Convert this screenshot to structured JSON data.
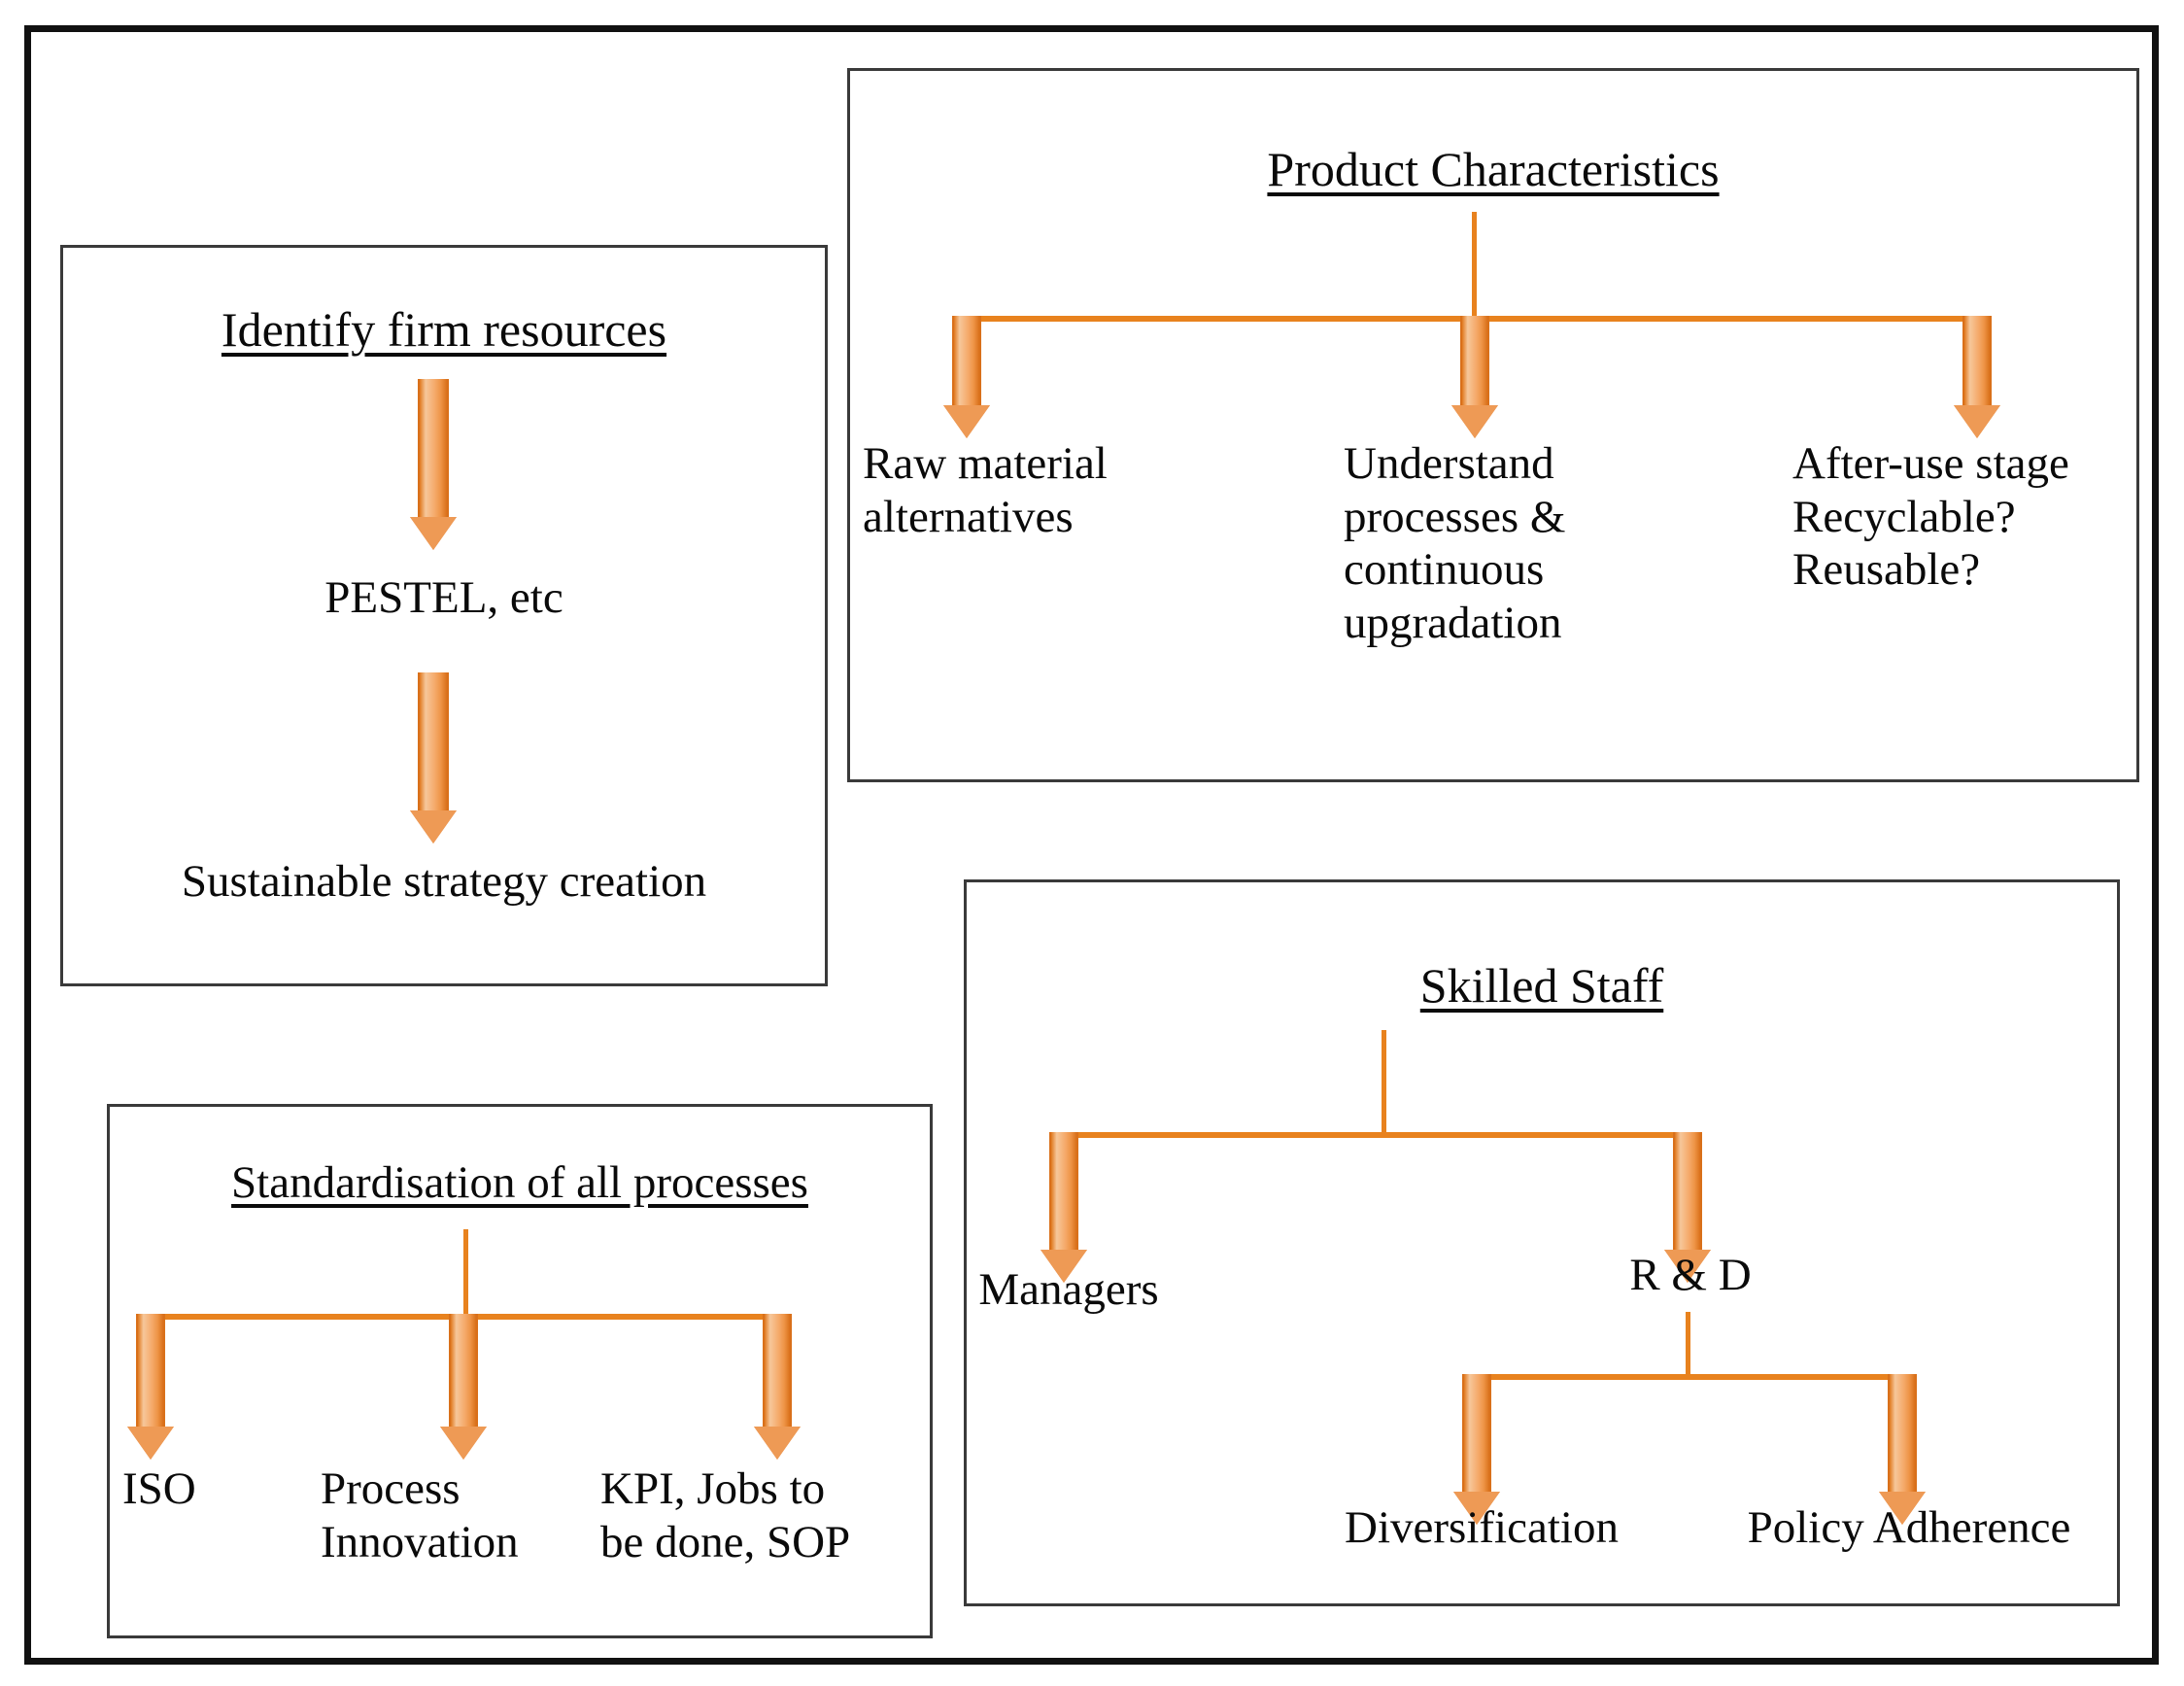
{
  "diagram": {
    "title": "Sustainable strategy framework",
    "accent_color": "#E8821E",
    "arrow_fill": "#F0A868",
    "arrow_stroke": "#D9701A",
    "border_color": "#111111",
    "panel_border_color": "#3a3a3a"
  },
  "panels": {
    "resources": {
      "heading": "Identify firm resources",
      "steps": [
        "PESTEL, etc",
        "Sustainable strategy creation"
      ]
    },
    "product": {
      "heading": "Product Characteristics",
      "branches": [
        "Raw material\nalternatives",
        "Understand\nprocesses &\ncontinuous\nupgradation",
        "After-use stage\nRecyclable?\nReusable?"
      ]
    },
    "standardisation": {
      "heading": "Standardisation of all processes",
      "branches": [
        "ISO",
        "Process\nInnovation",
        "KPI, Jobs to\nbe done, SOP"
      ]
    },
    "staff": {
      "heading": "Skilled Staff",
      "branches": [
        "Managers",
        "R & D"
      ],
      "sub_branches": [
        "Diversification",
        "Policy Adherence"
      ]
    }
  }
}
